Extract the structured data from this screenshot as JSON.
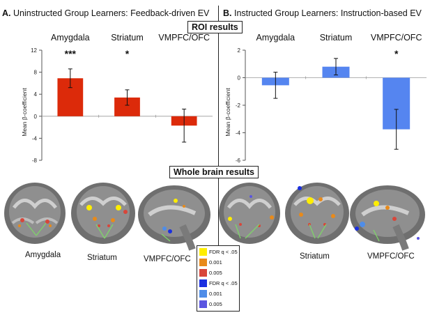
{
  "panels": {
    "a_letter": "A.",
    "a_title": "Uninstructed Group Learners: Feedback-driven EV",
    "b_letter": "B.",
    "b_title": "Instructed Group Learners: Instruction-based EV"
  },
  "sections": {
    "roi": "ROI results",
    "whole_brain": "Whole brain results"
  },
  "brain_labels": {
    "left": [
      "Amygdala",
      "Striatum",
      "VMPFC/OFC"
    ],
    "right": [
      "Striatum",
      "VMPFC/OFC"
    ]
  },
  "legend": {
    "items": [
      {
        "label": "FDR q < .05",
        "color": "#ffee00"
      },
      {
        "label": "0.001",
        "color": "#e88a1a"
      },
      {
        "label": "0.005",
        "color": "#d8463a"
      },
      {
        "label": "FDR q < .05",
        "color": "#1a2fe0"
      },
      {
        "label": "0.001",
        "color": "#4f8de8"
      },
      {
        "label": "0.005",
        "color": "#5a55e0"
      }
    ]
  },
  "colors": {
    "uninstructed": "#dc2a0a",
    "instructed": "#5585f0"
  },
  "chart_data": [
    {
      "type": "bar",
      "categories": [
        "Amygdala",
        "Striatum",
        "VMPFC/OFC"
      ],
      "values": [
        6.9,
        3.4,
        -1.7
      ],
      "error": [
        1.7,
        1.4,
        3.0
      ],
      "significance": [
        "***",
        "*",
        ""
      ],
      "ylabel": "Mean β-coefficient",
      "ylim": [
        -8,
        12
      ],
      "yticks": [
        -8,
        -4,
        0,
        4,
        8,
        12
      ],
      "color": "#dc2a0a"
    },
    {
      "type": "bar",
      "categories": [
        "Amygdala",
        "Striatum",
        "VMPFC/OFC"
      ],
      "values": [
        -0.55,
        0.8,
        -3.75
      ],
      "error": [
        0.95,
        0.6,
        1.45
      ],
      "significance": [
        "",
        "",
        "*"
      ],
      "ylabel": "Mean β-coefficient",
      "ylim": [
        -6,
        2
      ],
      "yticks": [
        -6,
        -4,
        -2,
        0,
        2
      ],
      "color": "#5585f0"
    }
  ]
}
